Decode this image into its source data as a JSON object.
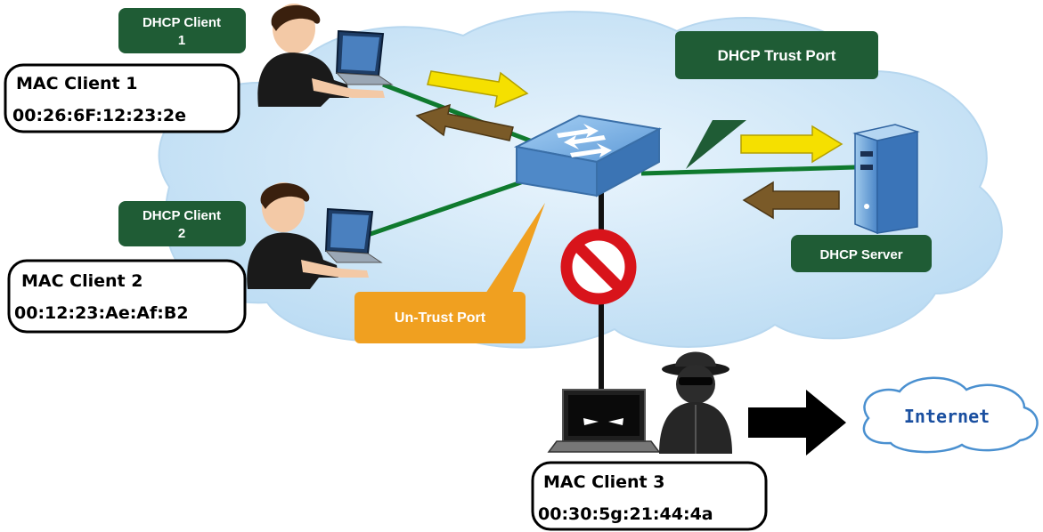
{
  "labels": {
    "client1_tag_line1": "DHCP Client",
    "client1_tag_line2": "1",
    "client2_tag_line1": "DHCP Client",
    "client2_tag_line2": "2",
    "trust_port": "DHCP Trust Port",
    "untrust_port": "Un-Trust Port",
    "dhcp_server": "DHCP Server",
    "internet": "Internet"
  },
  "mac_boxes": {
    "client1": {
      "title": "MAC  Client 1",
      "address": "00:26:6F:12:23:2e"
    },
    "client2": {
      "title": "MAC Client 2",
      "address": "00:12:23:Ae:Af:B2"
    },
    "client3": {
      "title": "MAC  Client  3",
      "address": "00:30:5g:21:44:4a"
    }
  },
  "colors": {
    "cloud": "#cfe8f8",
    "tag_green": "#1f5c35",
    "link_green": "#0f7a2e",
    "untrust_orange": "#f0a020",
    "arrow_yellow": "#f5e000",
    "arrow_brown": "#7a5a28",
    "block_red": "#d8141b",
    "switch_blue": "#7ab3e6"
  }
}
